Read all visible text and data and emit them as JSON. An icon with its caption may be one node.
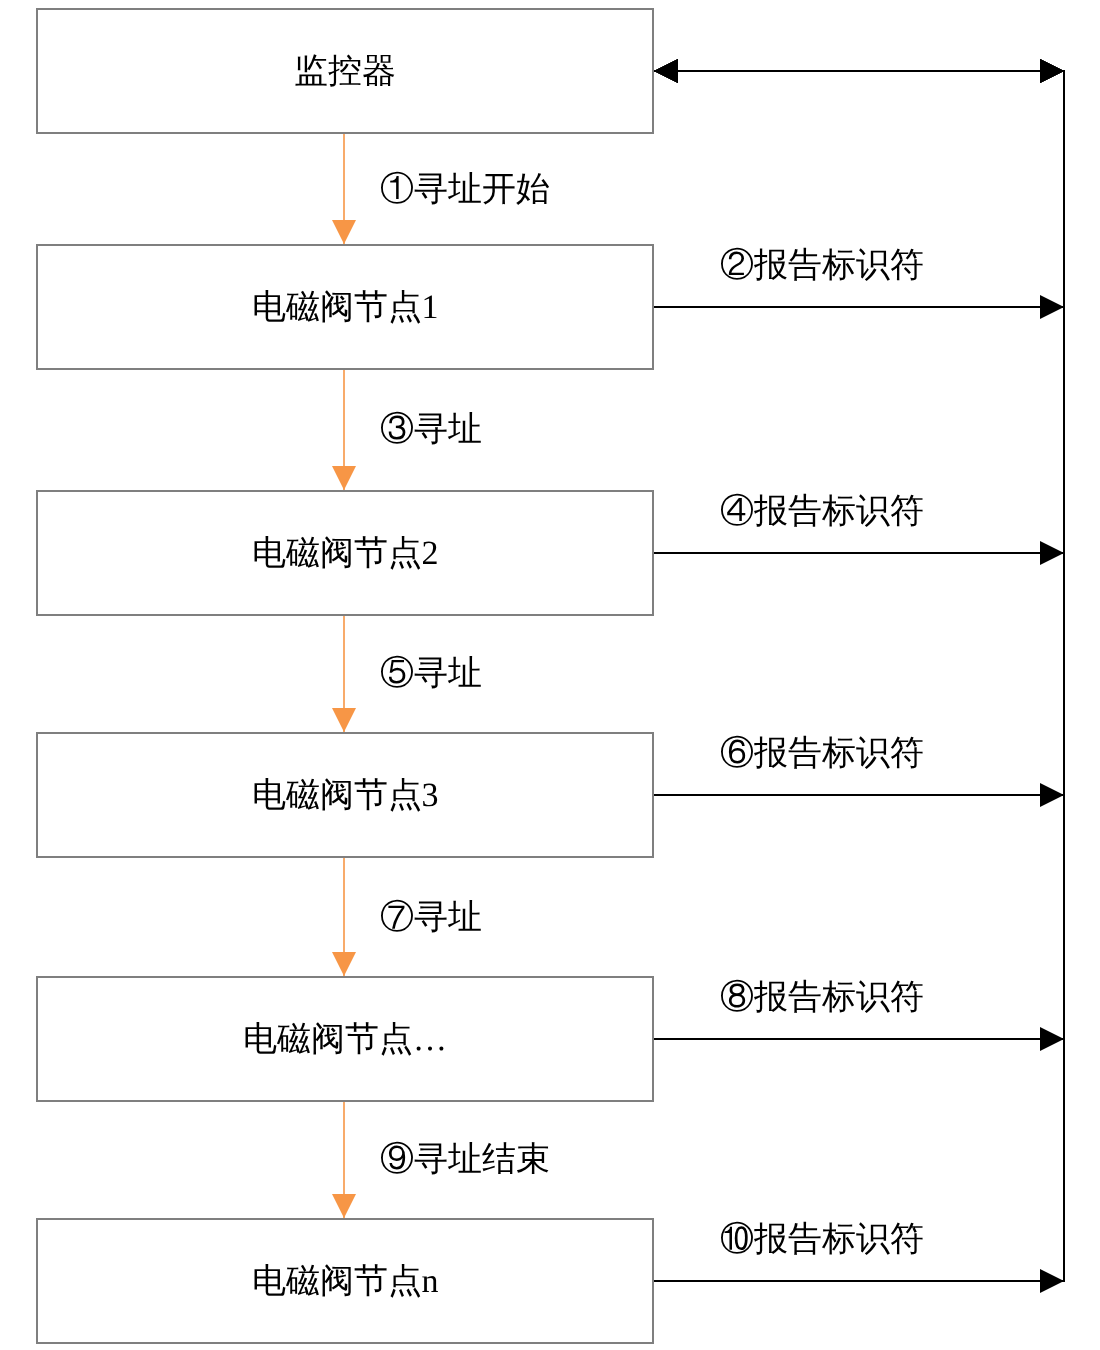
{
  "diagram": {
    "nodes": [
      {
        "text": [
          "监控器"
        ]
      },
      {
        "text": [
          "电磁阀节点1"
        ]
      },
      {
        "text": [
          "电磁阀节点2"
        ]
      },
      {
        "text": [
          "电磁阀节点3"
        ]
      },
      {
        "text": [
          "电磁阀节点…"
        ]
      },
      {
        "text": [
          "电磁阀节点n"
        ]
      }
    ],
    "edges": [
      {
        "from": 0,
        "to": 1,
        "arrow": "to",
        "label": "①寻址开始",
        "color": "#f79646"
      },
      {
        "from": 1,
        "to": 0,
        "arrow": "to",
        "label": "②报告标识符",
        "color": "#000000"
      },
      {
        "from": 1,
        "to": 2,
        "arrow": "to",
        "label": "③寻址",
        "color": "#f79646"
      },
      {
        "from": 2,
        "to": 0,
        "arrow": "to",
        "label": "④报告标识符",
        "color": "#000000"
      },
      {
        "from": 2,
        "to": 3,
        "arrow": "to",
        "label": "⑤寻址",
        "color": "#f79646"
      },
      {
        "from": 3,
        "to": 0,
        "arrow": "to",
        "label": "⑥报告标识符",
        "color": "#000000"
      },
      {
        "from": 3,
        "to": 4,
        "arrow": "to",
        "label": "⑦寻址",
        "color": "#f79646"
      },
      {
        "from": 4,
        "to": 0,
        "arrow": "to",
        "label": "⑧报告标识符",
        "color": "#000000"
      },
      {
        "from": 4,
        "to": 5,
        "arrow": "to",
        "label": "⑨寻址结束",
        "color": "#f79646"
      },
      {
        "from": 5,
        "to": 0,
        "arrow": "to",
        "label": "⑩报告标识符",
        "color": "#000000"
      }
    ]
  }
}
